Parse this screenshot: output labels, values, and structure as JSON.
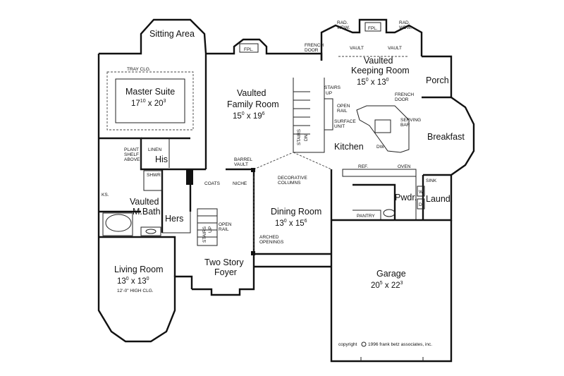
{
  "rooms": {
    "sitting_area": "Sitting Area",
    "master_suite": {
      "name": "Master Suite",
      "dim_a": "17",
      "sup_a": "10",
      "dim_b": "20",
      "sup_b": "3"
    },
    "tray_clg": "TRAY CLG.",
    "family_room": {
      "line1": "Vaulted",
      "line2": "Family Room",
      "dim_a": "15",
      "sup_a": "0",
      "dim_b": "19",
      "sup_b": "6"
    },
    "keeping_room": {
      "line1": "Vaulted",
      "line2": "Keeping Room",
      "dim_a": "15",
      "sup_a": "0",
      "dim_b": "13",
      "sup_b": "0"
    },
    "porch": "Porch",
    "breakfast": "Breakfast",
    "kitchen": "Kitchen",
    "his": "His",
    "hers": "Hers",
    "mbath": {
      "line1": "Vaulted",
      "line2": "M.Bath"
    },
    "dining": {
      "name": "Dining Room",
      "dim_a": "13",
      "sup_a": "0",
      "dim_b": "15",
      "sup_b": "6"
    },
    "living": {
      "name": "Living Room",
      "dim_a": "13",
      "sup_a": "0",
      "dim_b": "13",
      "sup_b": "0",
      "note": "12'-0\" HIGH CLG."
    },
    "foyer": {
      "line1": "Two Story",
      "line2": "Foyer"
    },
    "garage": {
      "name": "Garage",
      "dim_a": "20",
      "sup_a": "5",
      "dim_b": "22",
      "sup_b": "3"
    },
    "pwdr": "Pwdr.",
    "laund": "Laund."
  },
  "labels": {
    "fpl_family": "FPL.",
    "fpl_keeping": "FPL.",
    "french_door_top": [
      "FRENCH",
      "DOOR"
    ],
    "french_door_porch": [
      "FRENCH",
      "DOOR"
    ],
    "rad_wdw_left": [
      "RAD.",
      "WDW."
    ],
    "rad_wdw_right": [
      "RAD.",
      "WDW."
    ],
    "vault_left": "VAULT",
    "vault_right": "VAULT",
    "stairs_up_top": "STAIRS",
    "up_top": "UP",
    "open_rail_top": [
      "OPEN",
      "RAIL"
    ],
    "surface_unit": [
      "SURFACE",
      "UNIT"
    ],
    "serving_bar": [
      "SERVING",
      "BAR"
    ],
    "dw": "DW",
    "stairs_dn": "STAIRS",
    "dn": "DN",
    "ref": "REF.",
    "oven": "OVEN",
    "sink": "SINK",
    "w": "W",
    "d": "D",
    "pantry": "PANTRY",
    "decorative_columns": [
      "DECORATIVE",
      "COLUMNS"
    ],
    "arched_openings": [
      "ARCHED",
      "OPENINGS"
    ],
    "barrel_vault": [
      "BARREL",
      "VAULT"
    ],
    "coats": "COATS",
    "niche": "NICHE",
    "linen": "LINEN",
    "plant_shelf": [
      "PLANT",
      "SHELF",
      "ABOVE"
    ],
    "shwr": "SHWR",
    "ks": "KS.",
    "stairs_foyer": "STAIRS",
    "up_foyer": "UP",
    "open_rail_foyer": [
      "OPEN",
      "RAIL"
    ],
    "copyright": "copyright",
    "copyright_text": "1996 frank betz associates, inc."
  }
}
